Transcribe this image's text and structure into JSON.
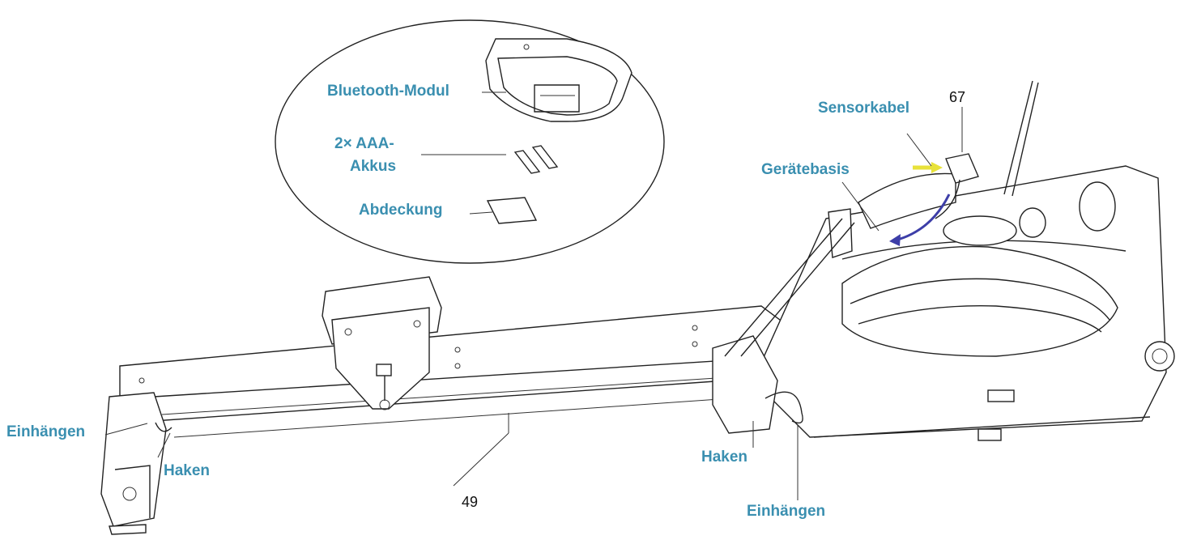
{
  "labels": {
    "bluetooth_module": "Bluetooth-Modul",
    "batteries_line1": "2× AAA-",
    "batteries_line2": "Akkus",
    "cover": "Abdeckung",
    "sensor_cable": "Sensorkabel",
    "device_base": "Gerätebasis",
    "hook_left_in": "Einhängen",
    "hook_left": "Haken",
    "hook_right": "Haken",
    "hook_right_in": "Einhängen",
    "part_number_67": "67",
    "part_number_49": "49"
  },
  "colors": {
    "label_blue": "#3a8fb0",
    "arrow_yellow": "#e8e23a",
    "arrow_purple": "#3d3ea8",
    "line": "#222222"
  }
}
